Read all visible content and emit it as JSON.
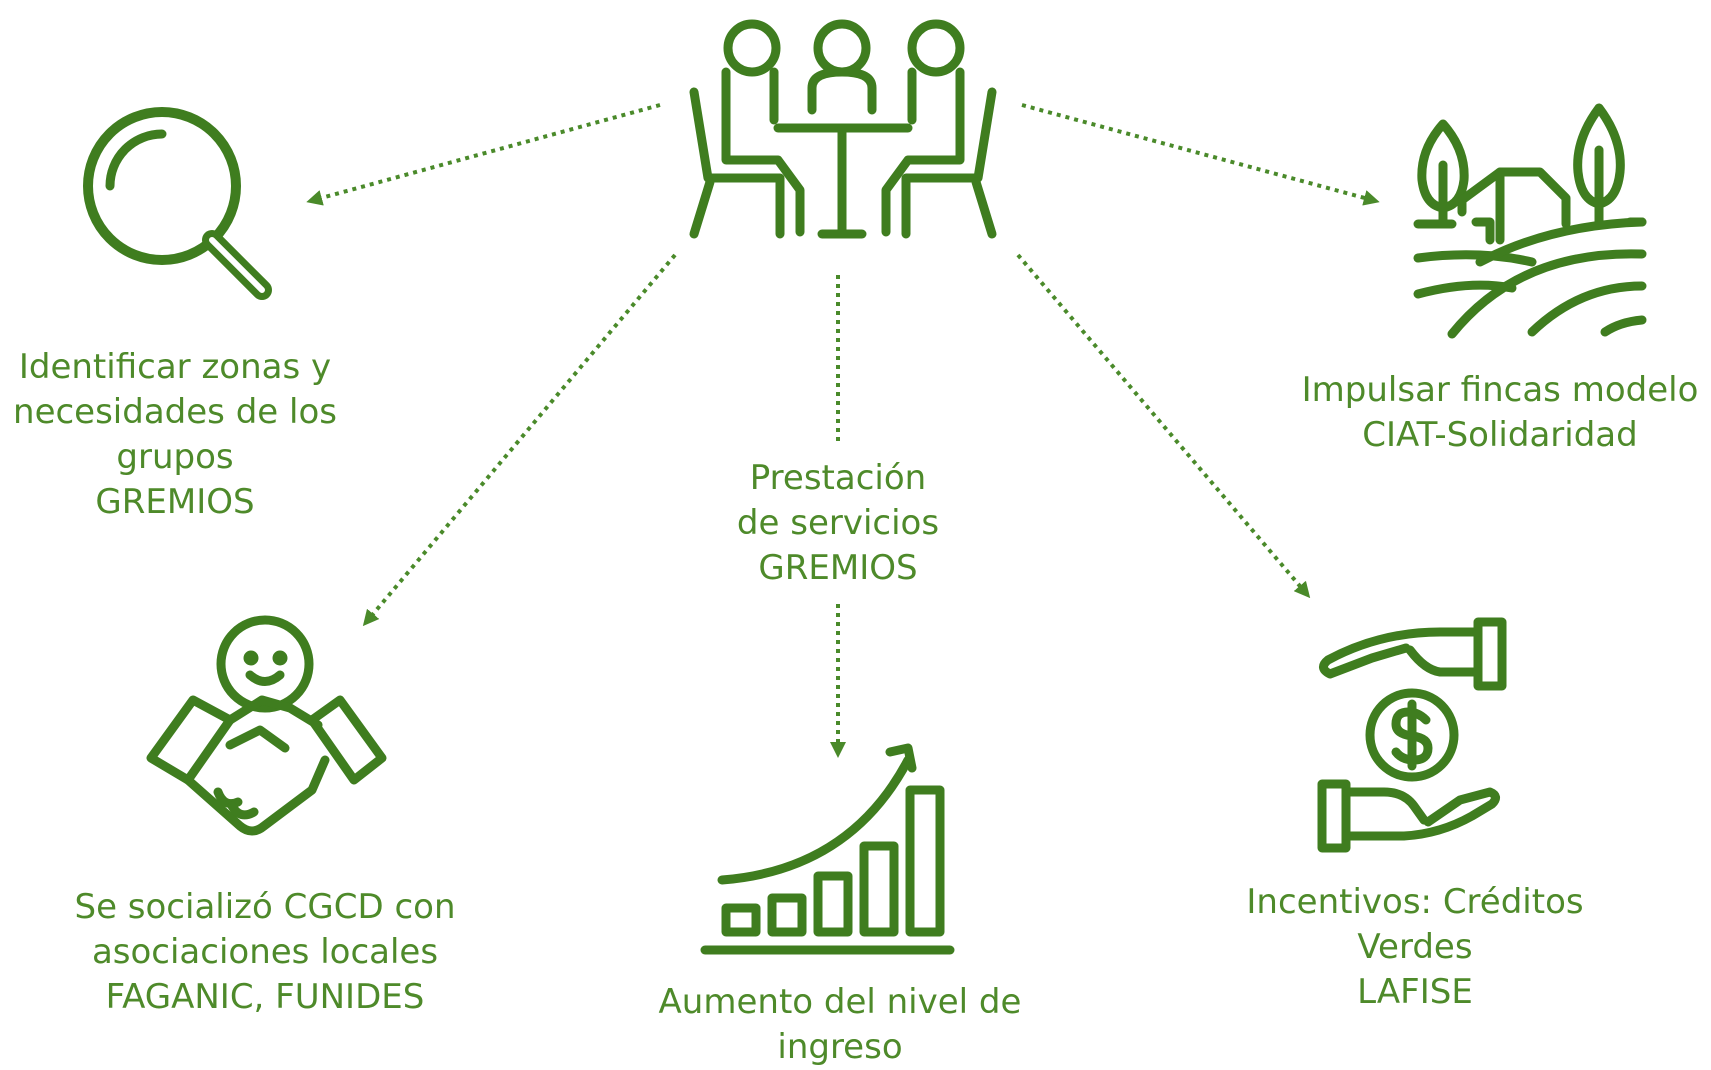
{
  "colors": {
    "icon_green": "#3f7d1f",
    "text_green": "#4e8a2a",
    "connector_green": "#4a8a2a",
    "background": "#ffffff"
  },
  "center": {
    "icon": "meeting-table-people-icon"
  },
  "nodes": [
    {
      "id": "identify",
      "icon": "magnifying-glass-icon",
      "lines": [
        "Identificar zonas y",
        "necesidades de los",
        "grupos",
        "GREMIOS"
      ]
    },
    {
      "id": "farms",
      "icon": "farm-landscape-icon",
      "lines": [
        "Impulsar fincas modelo",
        "CIAT-Solidaridad"
      ]
    },
    {
      "id": "services",
      "lines": [
        "Prestación",
        "de servicios",
        "GREMIOS"
      ]
    },
    {
      "id": "socialized",
      "icon": "handshake-person-icon",
      "lines": [
        "Se socializó CGCD con",
        "asociaciones locales",
        "FAGANIC, FUNIDES"
      ]
    },
    {
      "id": "income",
      "icon": "growth-bar-chart-icon",
      "lines": [
        "Aumento del nivel de",
        "ingreso"
      ]
    },
    {
      "id": "incentives",
      "icon": "hands-money-icon",
      "lines": [
        "Incentivos: Créditos",
        "Verdes",
        "LAFISE"
      ]
    }
  ]
}
